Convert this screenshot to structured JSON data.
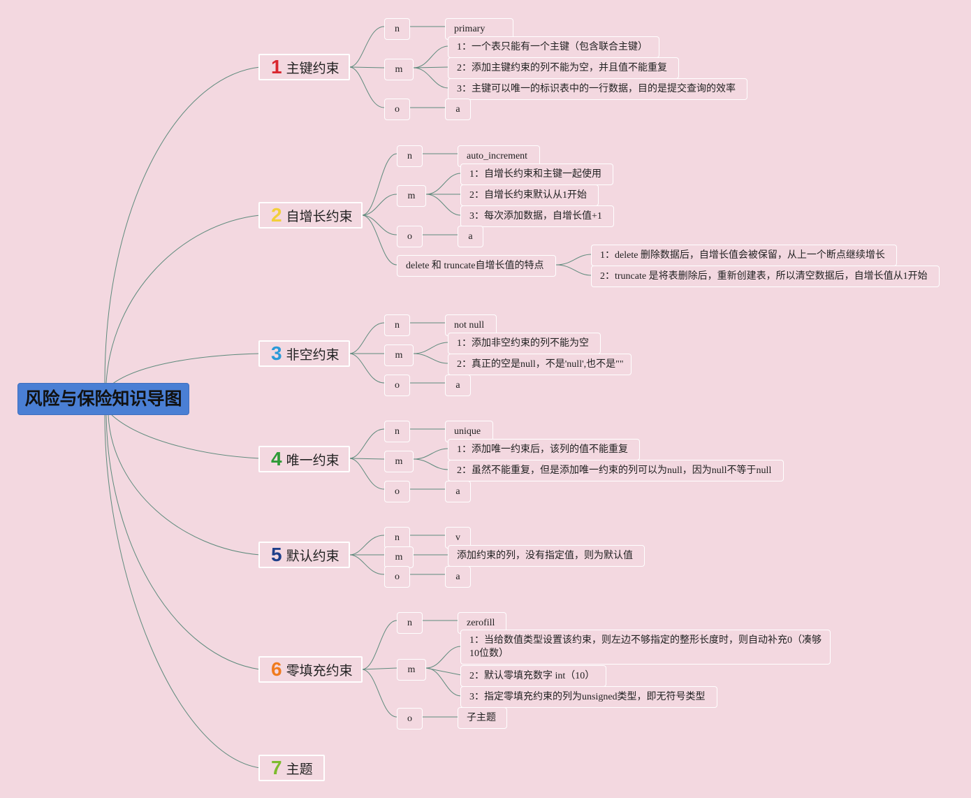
{
  "root": {
    "title": "风险与保险知识导图"
  },
  "branches": [
    {
      "num": "1",
      "label": "主键约束",
      "color": "#d9262f",
      "n": "n",
      "n_val": "primary",
      "m": "m",
      "m_items": [
        "1：一个表只能有一个主键（包含联合主键）",
        "2：添加主键约束的列不能为空，并且值不能重复",
        "3：主键可以唯一的标识表中的一行数据，目的是提交查询的效率"
      ],
      "o": "o",
      "o_val": "a"
    },
    {
      "num": "2",
      "label": "自增长约束",
      "color": "#f2cf3a",
      "n": "n",
      "n_val": "auto_increment",
      "m": "m",
      "m_items": [
        "1：自增长约束和主键一起使用",
        "2：自增长约束默认从1开始",
        "3：每次添加数据，自增长值+1"
      ],
      "o": "o",
      "o_val": "a",
      "extra": {
        "label": "delete 和 truncate自增长值的特点",
        "items": [
          "1：delete 删除数据后，自增长值会被保留，从上一个断点继续增长",
          "2：truncate 是将表删除后，重新创建表，所以清空数据后，自增长值从1开始"
        ]
      }
    },
    {
      "num": "3",
      "label": "非空约束",
      "color": "#2b9ad8",
      "n": "n",
      "n_val": "not null",
      "m": "m",
      "m_items": [
        "1：添加非空约束的列不能为空",
        "2：真正的空是null，不是'null',也不是\"\""
      ],
      "o": "o",
      "o_val": "a"
    },
    {
      "num": "4",
      "label": "唯一约束",
      "color": "#2e9a37",
      "n": "n",
      "n_val": "unique",
      "m": "m",
      "m_items": [
        "1：添加唯一约束后，该列的值不能重复",
        "2：虽然不能重复，但是添加唯一约束的列可以为null，因为null不等于null"
      ],
      "o": "o",
      "o_val": "a"
    },
    {
      "num": "5",
      "label": "默认约束",
      "color": "#1e3f8a",
      "n": "n",
      "n_val": "v",
      "m": "m",
      "m_items": [
        "添加约束的列，没有指定值，则为默认值"
      ],
      "o": "o",
      "o_val": "a"
    },
    {
      "num": "6",
      "label": "零填充约束",
      "color": "#f07b1e",
      "n": "n",
      "n_val": "zerofill",
      "m": "m",
      "m_items": [
        "1：当给数值类型设置该约束，则左边不够指定的整形长度时，则自动补充0（凑够10位数）",
        "2：默认零填充数字 int（10）",
        "3：指定零填充约束的列为unsigned类型，即无符号类型"
      ],
      "o": "o",
      "o_val": "子主题"
    },
    {
      "num": "7",
      "label": "主题",
      "color": "#7dbb2e"
    }
  ]
}
